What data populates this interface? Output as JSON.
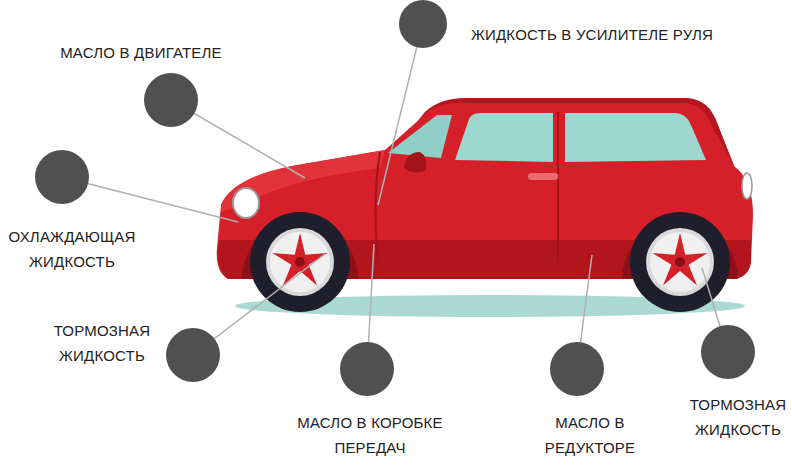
{
  "diagram": {
    "labels": [
      "МАСЛО В ДВИГАТЕЛЕ",
      "ЖИДКОСТЬ В УСИЛИТЕЛЕ РУЛЯ",
      "ОХЛАЖДАЮЩАЯ ЖИДКОСТЬ",
      "ТОРМОЗНАЯ ЖИДКОСТЬ",
      "МАСЛО В КОРОБКЕ ПЕРЕДАЧ",
      "МАСЛО В РЕДУКТОРЕ",
      "ТОРМОЗНАЯ ЖИДКОСТЬ"
    ]
  }
}
